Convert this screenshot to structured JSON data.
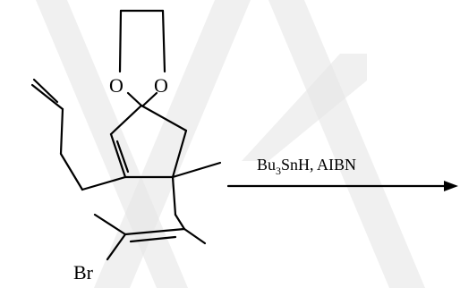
{
  "atoms": {
    "o_left": "O",
    "o_right": "O",
    "br": "Br"
  },
  "reagent": {
    "part1": "Bu",
    "sub1": "3",
    "part2": "SnH, AIBN"
  }
}
